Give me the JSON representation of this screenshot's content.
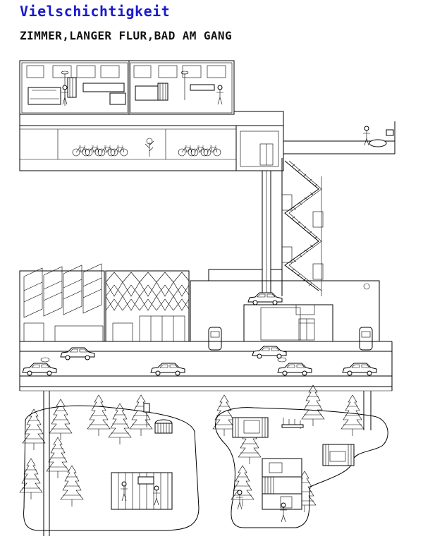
{
  "header": {
    "title": "Vielschichtigkeit",
    "subtitle": "ZIMMER,LANGER FLUR,BAD AM GANG"
  },
  "colors": {
    "title": "#1a1acc",
    "ink": "#000000",
    "paper": "#ffffff"
  },
  "drawing": {
    "style": "black line-art architectural section",
    "icons": [
      "bicycle-icon",
      "car-icon",
      "tree-icon",
      "person-icon",
      "staircase-icon",
      "elevator-icon"
    ]
  }
}
